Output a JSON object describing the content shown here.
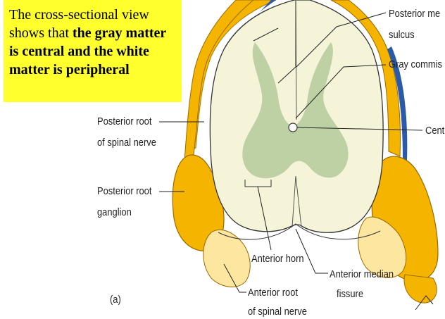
{
  "callout": {
    "text_plain_1": "The cross-sectional view shows that ",
    "text_bold_1": "the gray matter is central and the white matter is peripheral"
  },
  "labels": {
    "posterior_median_sulcus_1": "Posterior me",
    "posterior_median_sulcus_2": "sulcus",
    "gray_commissure": "Gray commis",
    "central_canal": "Cent",
    "posterior_root_spinal_nerve_1": "Posterior root",
    "posterior_root_spinal_nerve_2": "of spinal nerve",
    "posterior_root_ganglion_1": "Posterior root",
    "posterior_root_ganglion_2": "ganglion",
    "anterior_horn": "Anterior horn",
    "anterior_median_fissure_1": "Anterior median",
    "anterior_median_fissure_2": "fissure",
    "anterior_root_1": "Anterior root",
    "anterior_root_2": "of spinal nerve",
    "panel_marker": "(a)"
  },
  "colors": {
    "white_matter": "#f6f4d8",
    "gray_matter": "#b7cda0",
    "nerve_root": "#f4b400",
    "nerve_root_light": "#fde7a0",
    "pia_blue": "#2a5aa8",
    "callout_bg": "#ffff2e"
  }
}
